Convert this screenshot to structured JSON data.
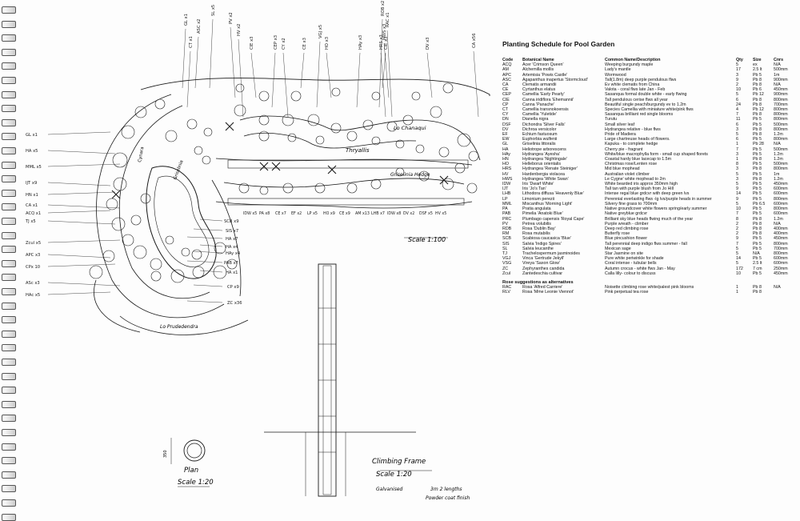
{
  "schedule": {
    "title": "Planting Schedule for Pool Garden",
    "headers": [
      "Code",
      "Botanical Name",
      "Common Name/Description",
      "Qty",
      "Size",
      "Cnrs"
    ],
    "rows": [
      [
        "ACQ",
        "Acer 'Crimson Queen'",
        "Weeping burgundy maple",
        "5",
        "ex",
        "N/A"
      ],
      [
        "AM",
        "Alchemilla mollis",
        "Lady's mantle",
        "17",
        "2.5 lt",
        "500mm"
      ],
      [
        "APC",
        "Artemisia 'Powis Castle'",
        "Wormwood",
        "3",
        "Pb 5",
        "1m"
      ],
      [
        "ASC",
        "Agapanthus inapertus 'Stormcloud'",
        "Tall(1.8m) deep purple pendulous flws",
        "9",
        "Pb 8",
        "900mm"
      ],
      [
        "CA",
        "Clematis armandii",
        "Ev white clematis from China",
        "2",
        "Pb 8",
        "N/A"
      ],
      [
        "CE",
        "Cyrtanthus elatus",
        "Valota - coral flws late Jan - Feb",
        "10",
        "Pb 6",
        "450mm"
      ],
      [
        "CEP",
        "Camellia 'Early Pearly'",
        "Sasanqua formal double white - early flwing",
        "5",
        "Pb 12",
        "900mm"
      ],
      [
        "CIE",
        "Canna iridiflora 'Ehemannii'",
        "Tall pendulous cerise flws all year",
        "6",
        "Pb 8",
        "800mm"
      ],
      [
        "CP",
        "Canna 'Panache'",
        "Beautiful single peach/burgundy ev to 1.2m",
        "24",
        "Pb 8",
        "700mm"
      ],
      [
        "CT",
        "Camellia transnokoensis",
        "Species Camellia with miniature white/pink flws",
        "4",
        "Pb 12",
        "800mm"
      ],
      [
        "CY",
        "Camellia 'Yuletide'",
        "Sasanqua brilliant red single blooms",
        "7",
        "Pb 8",
        "800mm"
      ],
      [
        "DN",
        "Dianella nigra",
        "Turutu",
        "11",
        "Pb 5",
        "800mm"
      ],
      [
        "DSF",
        "Dichondra 'Silver Falls'",
        "Small silver leaf",
        "6",
        "Pb 5",
        "500mm"
      ],
      [
        "DV",
        "Dichroa versicolor",
        "Hydrangea relative - blue flws",
        "3",
        "Pb 8",
        "800mm"
      ],
      [
        "EF",
        "Echium fastuosum",
        "Pride of Madiera",
        "5",
        "Pb 8",
        "1.2m"
      ],
      [
        "EW",
        "Euphorbia wulfenii",
        "Large chartreuse heads of flowers.",
        "6",
        "Pb 5",
        "800mm"
      ],
      [
        "GL",
        "Griselinia littoralis",
        "Kapuka - to complete hedge",
        "1",
        "Pb 28",
        "N/A"
      ],
      [
        "HA",
        "Heliotrope arborescens",
        "Cherry pie - fragrant",
        "7",
        "Pb 5",
        "500mm"
      ],
      [
        "HAy",
        "Hydrangea 'Ayesha'",
        "White/blue macrophylla form - small cup shaped florets",
        "3",
        "Pb 5",
        "1.2m"
      ],
      [
        "HN",
        "Hydrangea 'Nightingale'",
        "Coastal hardy blue lacecap to 1.5m",
        "1",
        "Pb 8",
        "1.2m"
      ],
      [
        "HO",
        "Helleborus orientalis",
        "Christmas rose/Lenten rose",
        "8",
        "Pb 5",
        "500mm"
      ],
      [
        "HRS",
        "Hydrangea 'Renate Steiniger'",
        "Mid blue mophead",
        "3",
        "Pb 8",
        "800mm"
      ],
      [
        "HV",
        "Hardenbergia violacea",
        "Australian violet climber",
        "5",
        "Pb 5",
        "1m"
      ],
      [
        "HWS",
        "Hydrangea 'White Swan'",
        "Le Cygne' white mophead to 2m",
        "3",
        "Pb 8",
        "1.2m"
      ],
      [
        "IDW",
        "Iris 'Dwarf White'",
        "White bearded iris approx 350mm high",
        "5",
        "Pb 5",
        "450mm"
      ],
      [
        "IJT",
        "Iris 'Jo's Tan'",
        "Tall tan with purple blush from Jo Hill",
        "9",
        "Pb 5",
        "600mm"
      ],
      [
        "LHB",
        "Lithodora diffusa 'Heavenly Blue'",
        "Intense regal blue grdcvr with deep green lvs",
        "14",
        "Pb 5",
        "600mm"
      ],
      [
        "LP",
        "Limonium perezii",
        "Perennial everlasting flws -lg lvs/purple heads in summer",
        "9",
        "Pb 5",
        "800mm"
      ],
      [
        "MML",
        "Miscanthus 'Morning Light'",
        "Silvery fine grass to 700mm",
        "5",
        "Pb 6.5",
        "600mm"
      ],
      [
        "PA",
        "Pratia angulata",
        "Native groundcover white flowers spring/early summer",
        "10",
        "Pb 5",
        "800mm"
      ],
      [
        "PAB",
        "Pimelia 'Anatoki Blue'",
        "Native greyblue grdcvr",
        "7",
        "Pb 5",
        "600mm"
      ],
      [
        "PRC",
        "Plumbago capensis 'Royal Cape'",
        "Brilliant sky blue heads flwing much of the year",
        "8",
        "Pb 8",
        "1.2m"
      ],
      [
        "PV",
        "Petrea volubilis",
        "Purple wreath - climber",
        "2",
        "Pb 8",
        "N/A"
      ],
      [
        "RDB",
        "Rosa 'Dublin Bay'",
        "Deep red climbing rose",
        "2",
        "Pb 8",
        "400mm"
      ],
      [
        "RM",
        "Rosa mutabilis",
        "Butterfly rose",
        "2",
        "Pb 8",
        "400mm"
      ],
      [
        "SCB",
        "Scabiosa caucasica 'Blue'",
        "Blue pincushion flower",
        "9",
        "Pb 5",
        "450mm"
      ],
      [
        "SIS",
        "Salvia 'Indigo Spires'",
        "Tall perennial deep indigo flws summer - fall",
        "7",
        "Pb 5",
        "800mm"
      ],
      [
        "SL",
        "Salvia leucanthe",
        "Mexican sage",
        "5",
        "Pb 5",
        "700mm"
      ],
      [
        "TJ",
        "Trachelospermum jasminoides",
        "Star Jasmine on site",
        "5",
        "N/A",
        "800mm"
      ],
      [
        "VGJ",
        "Vinca 'Gertrude Jekyll'",
        "Pure white periwinkle for shade",
        "14",
        "Pb 5",
        "600mm"
      ],
      [
        "VSG",
        "Vireya 'Saxon Glow'",
        "Coral intense - tubular bells",
        "5",
        "2.5 lt",
        "600mm"
      ],
      [
        "ZC",
        "Zephyranthes candida",
        "Autumn crocus - white flws Jan - May",
        "172",
        "7 cm",
        "250mm"
      ],
      [
        "Zcul",
        "Zantedeschia cultivar",
        "Calla lilly- colour to discuss",
        "10",
        "Pb 5",
        "450mm"
      ]
    ],
    "alternatives_title": "Rose suggestions as alternatives",
    "alternatives": [
      [
        "RAC",
        "Rosa 'Alfred Carriere'",
        "Noisette climbing rose white/palest pink blooms",
        "1",
        "Pb 8",
        "N/A"
      ],
      [
        "RLV",
        "Rosa 'Mme Leonie Viennot'",
        "Pink perpetual tea rose",
        "1",
        "Pb 8",
        ""
      ]
    ]
  },
  "drawing": {
    "top_labels": [
      "ASC x2",
      "PV x2",
      "ROB x2",
      "RAC x1",
      "SL x5",
      "CIE x3",
      "CEP x3",
      "CY x2",
      "CE x3",
      "HO x3",
      "HAy x3",
      "HRS x3",
      "CIE x3",
      "DV x3",
      "CT x1",
      "HV x2",
      "GL x1",
      "HWS x3",
      "VGJ x5",
      "CA x56"
    ],
    "left_labels": [
      "GL x1",
      "HA x5",
      "MML x5",
      "IJT x9",
      "HN x1",
      "CA x1",
      "ACQ x1",
      "TJ x5",
      "Zcul x5",
      "APC x3",
      "CPx 10",
      "ASc x3",
      "HAc x5"
    ],
    "mid_labels": [
      "SCB x9",
      "SIS x7",
      "HA x7",
      "HA x4",
      "HAy x4",
      "PAB x7",
      "HA x1",
      "CP x9",
      "ZC x36"
    ],
    "bed_labels": [
      "IDW x5",
      "PA x8",
      "CE x7",
      "EF x2",
      "LP x5",
      "HO x9",
      "CE x9",
      "AM x13",
      "LHB x7",
      "IDW x8",
      "DV x2",
      "DSF x5",
      "HV x5"
    ],
    "area_labels": [
      "Cynara",
      "Griselinia",
      "Thryallis",
      "Griselinia Hedge",
      "Lo Chanaqui",
      "Lo Prudedendra",
      "Scale 1:100"
    ],
    "plan_title": "Plan",
    "plan_scale": "Scale 1:20",
    "frame_title": "Climbing Frame",
    "frame_scale": "Scale 1:20",
    "frame_note": "Galvanised",
    "frame_note2": "3m 2 lengths",
    "frame_note3": "Powder coat finish",
    "dim_label": "350"
  },
  "colors": {
    "ink": "#1a1a1a",
    "paper": "#fdfdfd"
  }
}
